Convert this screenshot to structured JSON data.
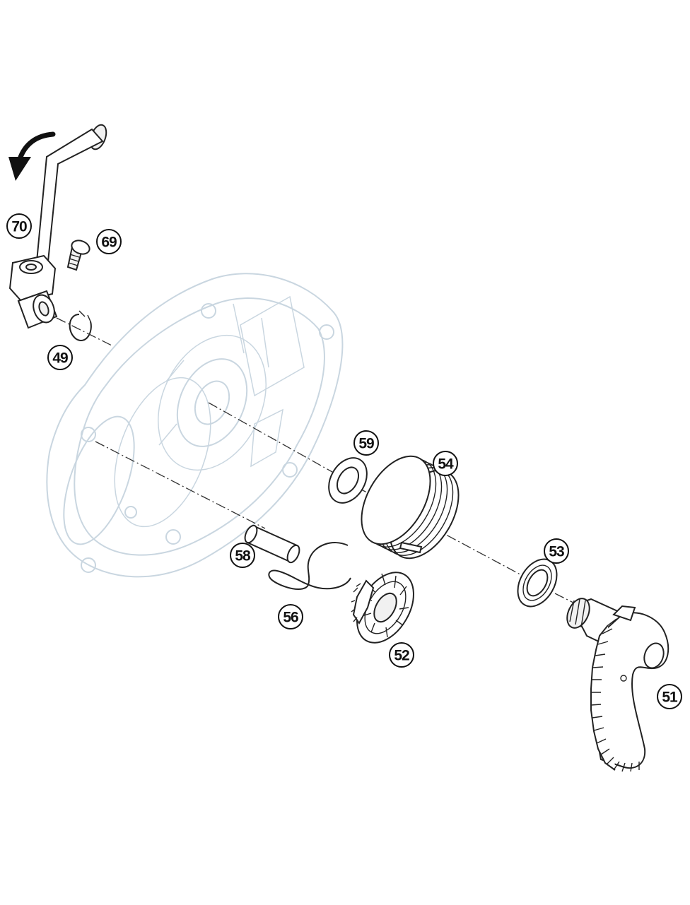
{
  "diagram": {
    "colors": {
      "ink": "#222222",
      "housing": "#c9d6e0",
      "background": "#ffffff"
    },
    "callouts": [
      {
        "id": "kick-lever",
        "number": "70"
      },
      {
        "id": "bolt",
        "number": "69"
      },
      {
        "id": "circlip",
        "number": "49"
      },
      {
        "id": "thrust-washer",
        "number": "59"
      },
      {
        "id": "return-spring",
        "number": "54"
      },
      {
        "id": "pin",
        "number": "58"
      },
      {
        "id": "wire-spring",
        "number": "56"
      },
      {
        "id": "oil-seal",
        "number": "53"
      },
      {
        "id": "ratchet-gear",
        "number": "52"
      },
      {
        "id": "kick-shaft-sector",
        "number": "51"
      }
    ]
  }
}
